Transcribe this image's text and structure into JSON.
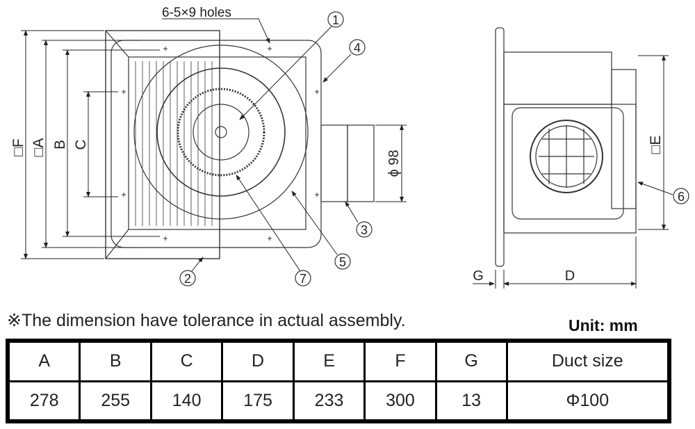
{
  "drawing": {
    "holes_label": "6-5×9 holes",
    "dimensions": {
      "F": "□F",
      "A": "□A",
      "B": "B",
      "C": "C",
      "duct_dia": "ϕ 98",
      "E": "□E",
      "G": "G",
      "D": "D"
    },
    "callouts": [
      "1",
      "2",
      "3",
      "4",
      "5",
      "6",
      "7"
    ]
  },
  "note": "※The dimension have tolerance in actual assembly.",
  "unit": "Unit: mm",
  "table": {
    "headers": [
      "A",
      "B",
      "C",
      "D",
      "E",
      "F",
      "G",
      "Duct size"
    ],
    "values": [
      "278",
      "255",
      "140",
      "175",
      "233",
      "300",
      "13",
      "Φ100"
    ]
  }
}
